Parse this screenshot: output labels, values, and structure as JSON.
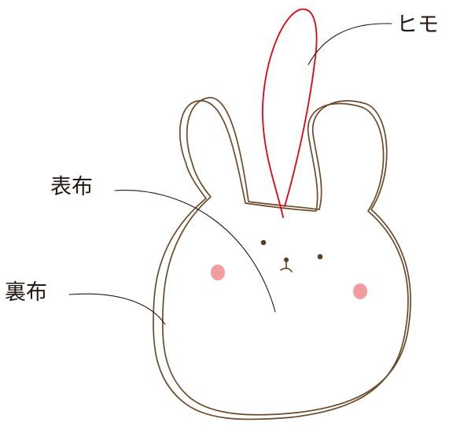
{
  "labels": {
    "himo": "ヒモ",
    "omote": "表布",
    "ura": "裏布"
  },
  "colors": {
    "outline": "#6b4a2b",
    "string": "#e60012",
    "cheek": "#f29c9f",
    "eye": "#5a3d25",
    "leader": "#231815",
    "text": "#231815",
    "background": "#ffffff"
  },
  "parts": {
    "front_fabric": "rabbit-shape-front",
    "back_fabric": "rabbit-shape-back",
    "string": "loop-string"
  }
}
